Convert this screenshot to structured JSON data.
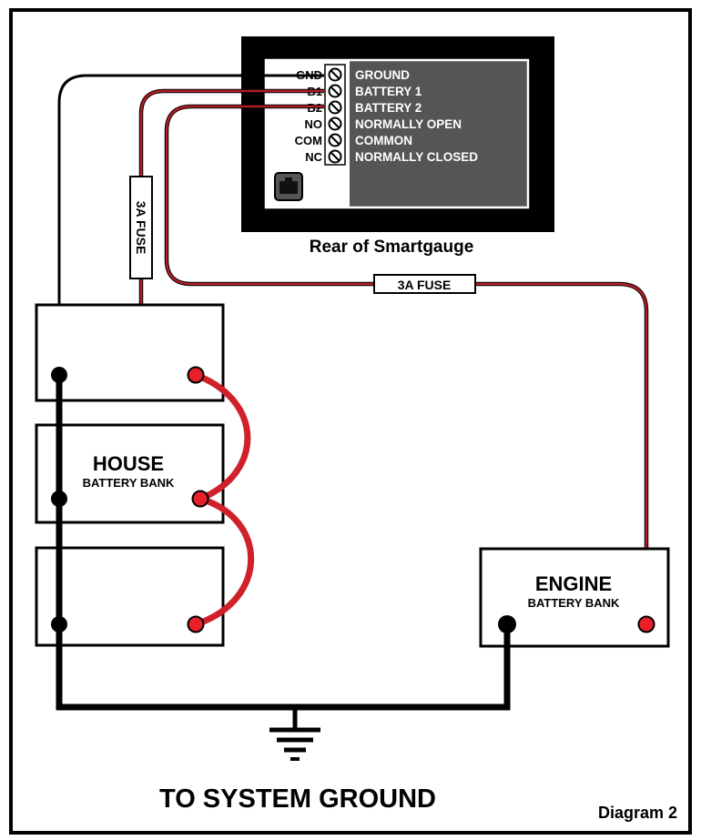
{
  "device": {
    "caption": "Rear of Smartgauge",
    "terminals": [
      {
        "code": "GND",
        "label": "GROUND"
      },
      {
        "code": "B1",
        "label": "BATTERY 1"
      },
      {
        "code": "B2",
        "label": "BATTERY 2"
      },
      {
        "code": "NO",
        "label": "NORMALLY OPEN"
      },
      {
        "code": "COM",
        "label": "COMMON"
      },
      {
        "code": "NC",
        "label": "NORMALLY CLOSED"
      }
    ]
  },
  "fuses": {
    "vertical_label": "3A FUSE",
    "horizontal_label": "3A FUSE"
  },
  "house_bank": {
    "title": "HOUSE",
    "subtitle": "BATTERY BANK"
  },
  "engine_bank": {
    "title": "ENGINE",
    "subtitle": "BATTERY BANK"
  },
  "ground_label": "TO SYSTEM GROUND",
  "diagram_label": "Diagram 2",
  "colors": {
    "wire_red": "#b01c24",
    "terminal_red": "#e8202a",
    "device_panel": "#555555",
    "device_frame": "#000000"
  }
}
